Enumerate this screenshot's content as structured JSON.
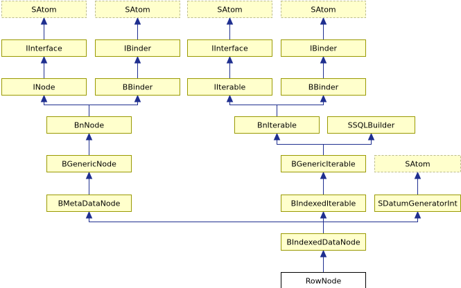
{
  "diagram": {
    "nodes": [
      {
        "id": "satom1",
        "label": "SAtom",
        "style": "dashed"
      },
      {
        "id": "satom2",
        "label": "SAtom",
        "style": "dashed"
      },
      {
        "id": "satom3",
        "label": "SAtom",
        "style": "dashed"
      },
      {
        "id": "satom4",
        "label": "SAtom",
        "style": "dashed"
      },
      {
        "id": "iinterface1",
        "label": "IInterface",
        "style": "normal"
      },
      {
        "id": "ibinder1",
        "label": "IBinder",
        "style": "normal"
      },
      {
        "id": "iinterface2",
        "label": "IInterface",
        "style": "normal"
      },
      {
        "id": "ibinder2",
        "label": "IBinder",
        "style": "normal"
      },
      {
        "id": "inode",
        "label": "INode",
        "style": "normal"
      },
      {
        "id": "bbinder1",
        "label": "BBinder",
        "style": "normal"
      },
      {
        "id": "iiterable",
        "label": "IIterable",
        "style": "normal"
      },
      {
        "id": "bbinder2",
        "label": "BBinder",
        "style": "normal"
      },
      {
        "id": "bnnode",
        "label": "BnNode",
        "style": "normal"
      },
      {
        "id": "bniterable",
        "label": "BnIterable",
        "style": "normal"
      },
      {
        "id": "ssqlbuilder",
        "label": "SSQLBuilder",
        "style": "normal"
      },
      {
        "id": "bgenericnode",
        "label": "BGenericNode",
        "style": "normal"
      },
      {
        "id": "bgenericiterable",
        "label": "BGenericIterable",
        "style": "normal"
      },
      {
        "id": "satom5",
        "label": "SAtom",
        "style": "dashed"
      },
      {
        "id": "bmetadatanode",
        "label": "BMetaDataNode",
        "style": "normal"
      },
      {
        "id": "bindexediterable",
        "label": "BIndexedIterable",
        "style": "normal"
      },
      {
        "id": "sdatumgeneratorint",
        "label": "SDatumGeneratorInt",
        "style": "normal"
      },
      {
        "id": "bindexeddatanode",
        "label": "BIndexedDataNode",
        "style": "normal"
      },
      {
        "id": "rownode",
        "label": "RowNode",
        "style": "current"
      }
    ],
    "edges": [
      {
        "from": "iinterface1",
        "to": "satom1"
      },
      {
        "from": "ibinder1",
        "to": "satom2"
      },
      {
        "from": "iinterface2",
        "to": "satom3"
      },
      {
        "from": "ibinder2",
        "to": "satom4"
      },
      {
        "from": "inode",
        "to": "iinterface1"
      },
      {
        "from": "bbinder1",
        "to": "ibinder1"
      },
      {
        "from": "iiterable",
        "to": "iinterface2"
      },
      {
        "from": "bbinder2",
        "to": "ibinder2"
      },
      {
        "from": "bnnode",
        "to": "inode"
      },
      {
        "from": "bnnode",
        "to": "bbinder1"
      },
      {
        "from": "bniterable",
        "to": "iiterable"
      },
      {
        "from": "bniterable",
        "to": "bbinder2"
      },
      {
        "from": "bgenericnode",
        "to": "bnnode"
      },
      {
        "from": "bgenericiterable",
        "to": "bniterable"
      },
      {
        "from": "bgenericiterable",
        "to": "ssqlbuilder"
      },
      {
        "from": "bmetadatanode",
        "to": "bgenericnode"
      },
      {
        "from": "bindexediterable",
        "to": "bgenericiterable"
      },
      {
        "from": "sdatumgeneratorint",
        "to": "satom5"
      },
      {
        "from": "bindexeddatanode",
        "to": "bmetadatanode"
      },
      {
        "from": "bindexeddatanode",
        "to": "bindexediterable"
      },
      {
        "from": "bindexeddatanode",
        "to": "sdatumgeneratorint"
      },
      {
        "from": "rownode",
        "to": "bindexeddatanode"
      }
    ]
  }
}
